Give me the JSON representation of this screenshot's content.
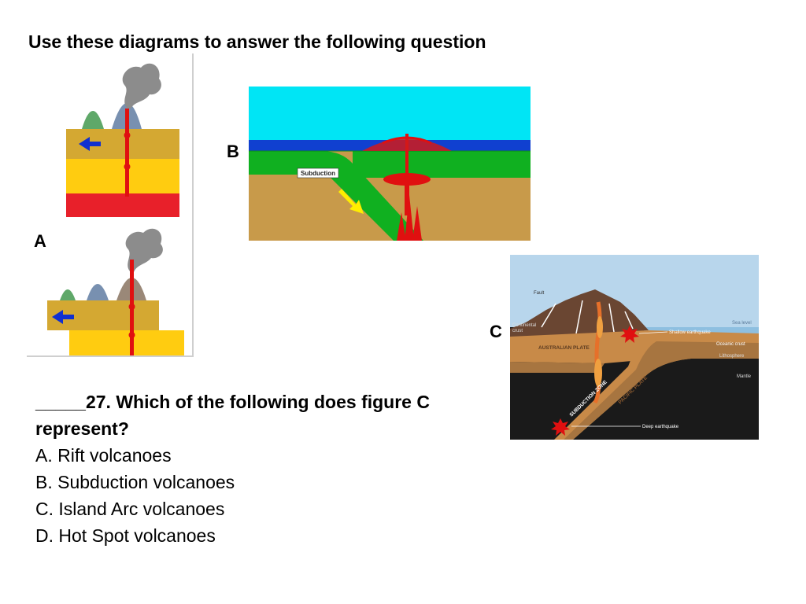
{
  "slide": {
    "heading": "Use these diagrams to answer the following question"
  },
  "figures": {
    "a_label": "A",
    "b_label": "B",
    "c_label": "C",
    "b_diagram": {
      "subduction_label": "Subduction"
    },
    "c_diagram": {
      "fault": "Fault",
      "continental_crust_line1": "Continental",
      "continental_crust_line2": "crust",
      "sea_level": "Sea level",
      "shallow_earthquake": "Shallow earthquake",
      "oceanic_crust": "Oceanic crust",
      "lithosphere": "Lithosphere",
      "mantle": "Mantle",
      "australian_plate": "AUSTRALIAN PLATE",
      "subduction_zone": "SUBDUCTION ZONE",
      "pacific_plate": "PACIFIC PLATE",
      "deep_earthquake": "Deep earthquake"
    }
  },
  "question": {
    "stem_line1": "_____27. Which of the following does figure C",
    "stem_line2": "represent?",
    "options": [
      "A.  Rift volcanoes",
      "B.  Subduction volcanoes",
      "C.  Island Arc volcanoes",
      "D.  Hot Spot volcanoes"
    ]
  },
  "colors": {
    "sky_b": "#00e5f5",
    "ocean_b": "#1040d0",
    "plate_green": "#10b020",
    "ground_b": "#c89a4a",
    "magma": "#e01010",
    "layer_gold": "#d4a832",
    "layer_yellow": "#ffcc10",
    "sky_c": "#b8d6ec",
    "mantle_c": "#1a1a1a",
    "crust_c": "#c88a48"
  }
}
